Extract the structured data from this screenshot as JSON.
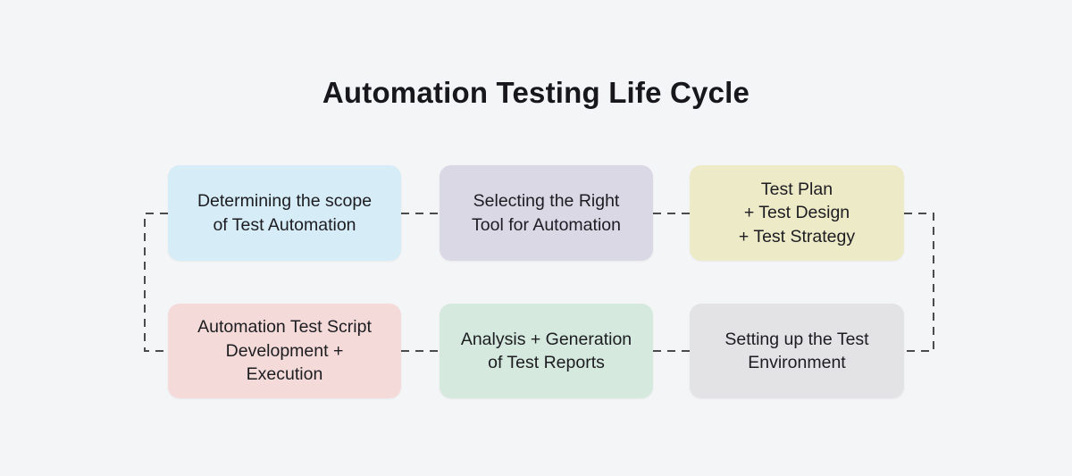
{
  "title": "Automation Testing Life Cycle",
  "diagram": {
    "type": "cycle-flowchart",
    "connector_style": "dashed",
    "connector_color": "#4b4b4b",
    "background_color": "#f4f5f7",
    "text_color": "#1c1c21",
    "flow": "Determining the scope of Test Automation -> Selecting the Right Tool for Automation -> Test Plan + Test Design + Test Strategy -> Setting up the Test Environment -> Analysis + Generation of Test Reports -> Automation Test Script Development + Execution -> (loops back)"
  },
  "boxes": [
    {
      "name": "determining-scope",
      "lines": [
        "Determining the scope",
        "of Test Automation"
      ],
      "color": "#d6ecf6"
    },
    {
      "name": "selecting-tool",
      "lines": [
        "Selecting the Right",
        "Tool for Automation"
      ],
      "color": "#dbd8e6"
    },
    {
      "name": "plan-design-strategy",
      "lines": [
        "Test Plan",
        "+ Test Design",
        "+ Test Strategy"
      ],
      "color": "#edeac8"
    },
    {
      "name": "script-development-execution",
      "lines": [
        "Automation Test Script",
        "Development +",
        "Execution"
      ],
      "color": "#f4dbd9"
    },
    {
      "name": "analysis-reports",
      "lines": [
        "Analysis + Generation",
        "of Test Reports"
      ],
      "color": "#d5e9de"
    },
    {
      "name": "setup-environment",
      "lines": [
        "Setting up the Test",
        "Environment"
      ],
      "color": "#e3e3e5"
    }
  ]
}
